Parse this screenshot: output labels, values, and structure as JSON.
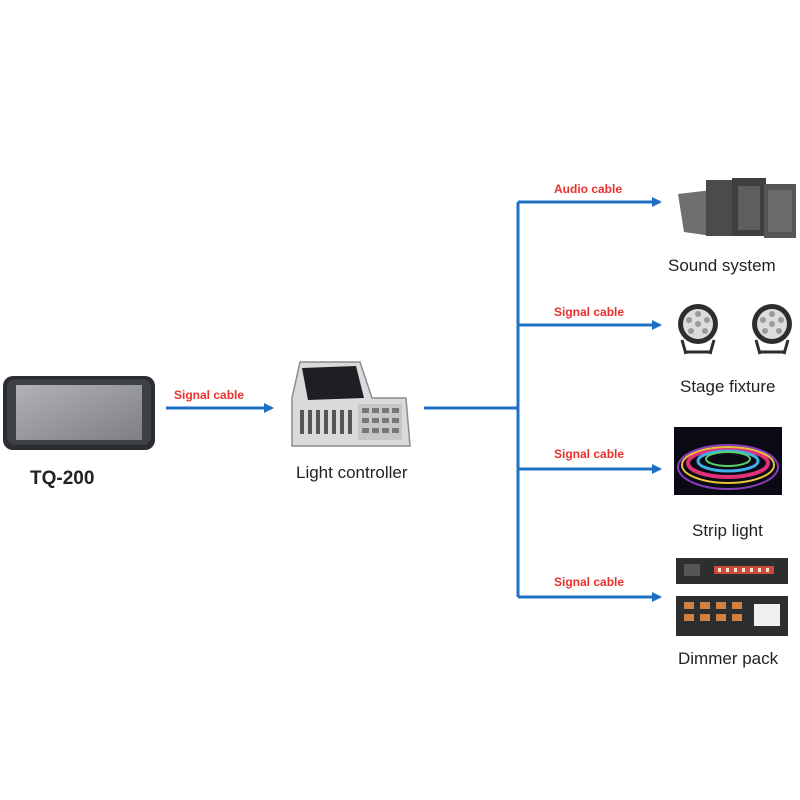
{
  "colors": {
    "wire": "#1f6fc4",
    "cable_text": "#e8302c",
    "label_text": "#222222"
  },
  "source": {
    "label": "TQ-200",
    "icon": "tablet-panel-icon"
  },
  "hub": {
    "label": "Light controller",
    "icon": "lighting-console-icon",
    "cable": "Signal cable"
  },
  "targets": [
    {
      "label": "Sound system",
      "cable": "Audio cable",
      "icon": "speaker-stack-icon"
    },
    {
      "label": "Stage fixture",
      "cable": "Signal cable",
      "icon": "par-light-icon"
    },
    {
      "label": "Strip light",
      "cable": "Signal cable",
      "icon": "led-strip-icon"
    },
    {
      "label": "Dimmer pack",
      "cable": "Signal cable",
      "icon": "dimmer-rack-icon"
    }
  ]
}
